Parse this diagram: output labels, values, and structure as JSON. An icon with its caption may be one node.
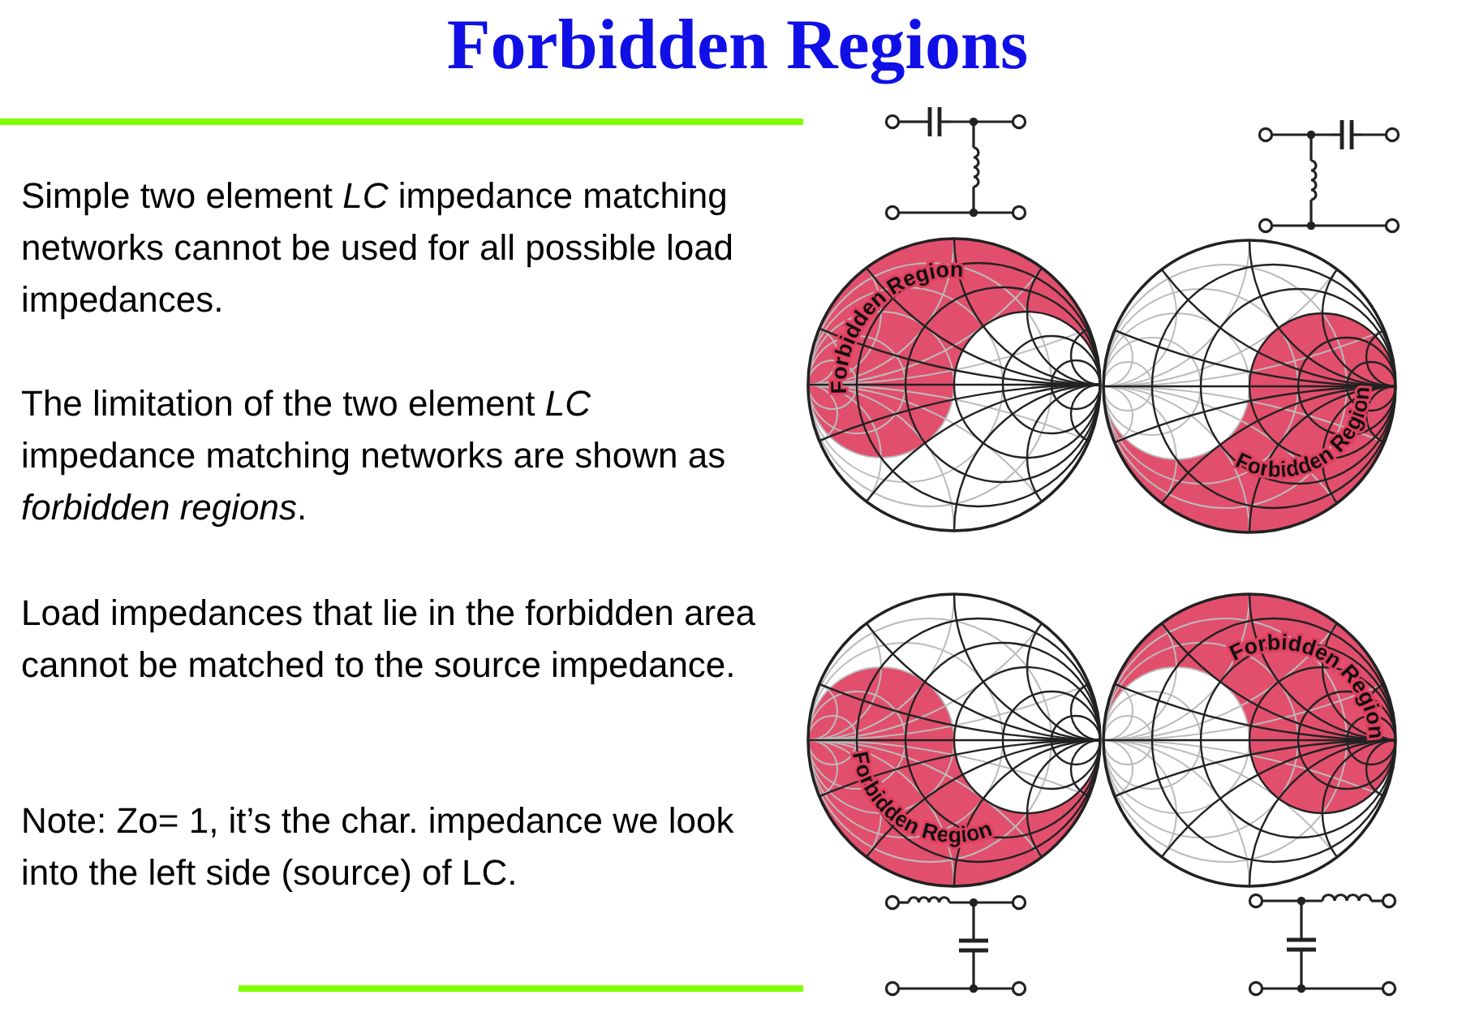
{
  "diagram": {
    "title": "Forbidden Regions",
    "labels": [
      "Simple two element *LC* impedance matching networks cannot be used for all possible load impedances.",
      "The limitation of the two element *LC* impedance matching networks are shown as *forbidden regions*.",
      "Load impedances that lie in the forbidden area cannot be matched to the source impedance.",
      "Note: Zo= 1, it’s the char. impedance we look into the left side (source) of LC.",
      "Forbidden Region",
      "Forbidden Region",
      "Forbidden Region",
      "Forbidden Region"
    ]
  }
}
